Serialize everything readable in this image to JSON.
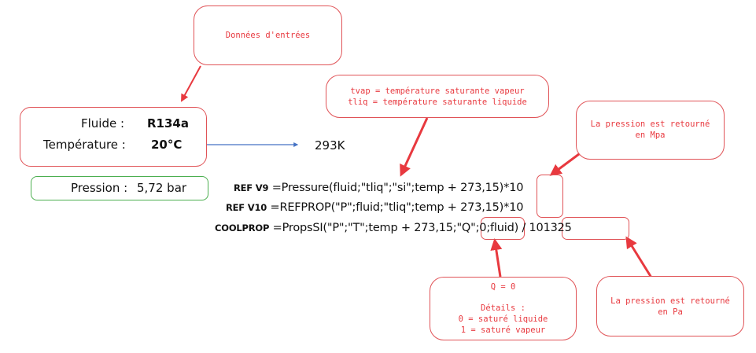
{
  "notes": {
    "inputs": "Données d'entrées",
    "tvap_line": "tvap = température saturante vapeur",
    "tliq_line": "tliq = température saturante liquide",
    "mpa_line1": "La pression est retourné",
    "mpa_line2": "en Mpa",
    "q_title": "Q = 0",
    "q_details": "Détails :",
    "q_zero": "0 = saturé liquide",
    "q_one": "1 = saturé vapeur",
    "pa_line1": "La pression est retourné",
    "pa_line2": "en Pa"
  },
  "inputs": {
    "fluid_label": "Fluide :",
    "fluid_value": "R134a",
    "temp_label": "Température :",
    "temp_value": "20°C",
    "kelvin": "293K"
  },
  "result": {
    "pressure_label": "Pression :",
    "pressure_value": "5,72 bar"
  },
  "formulas": [
    {
      "tag": "REF V9",
      "text": "=Pressure(fluid;\"tliq\";\"si\";temp + 273,15)",
      "suffix": "*10"
    },
    {
      "tag": "REF V10",
      "text": "=REFPROP(\"P\";fluid;\"tliq\";temp + 273,15)",
      "suffix": "*10"
    },
    {
      "tag": "COOLPROP",
      "text": "=PropsSI(\"P\";\"T\";temp + 273,15",
      "mid": ";\"Q\";0;",
      "end": "fluid)",
      "suffix": " / 101325"
    }
  ],
  "colors": {
    "annotation": "#e05357",
    "result_border": "#4caf50",
    "conversion_arrow": "#4472c4"
  }
}
